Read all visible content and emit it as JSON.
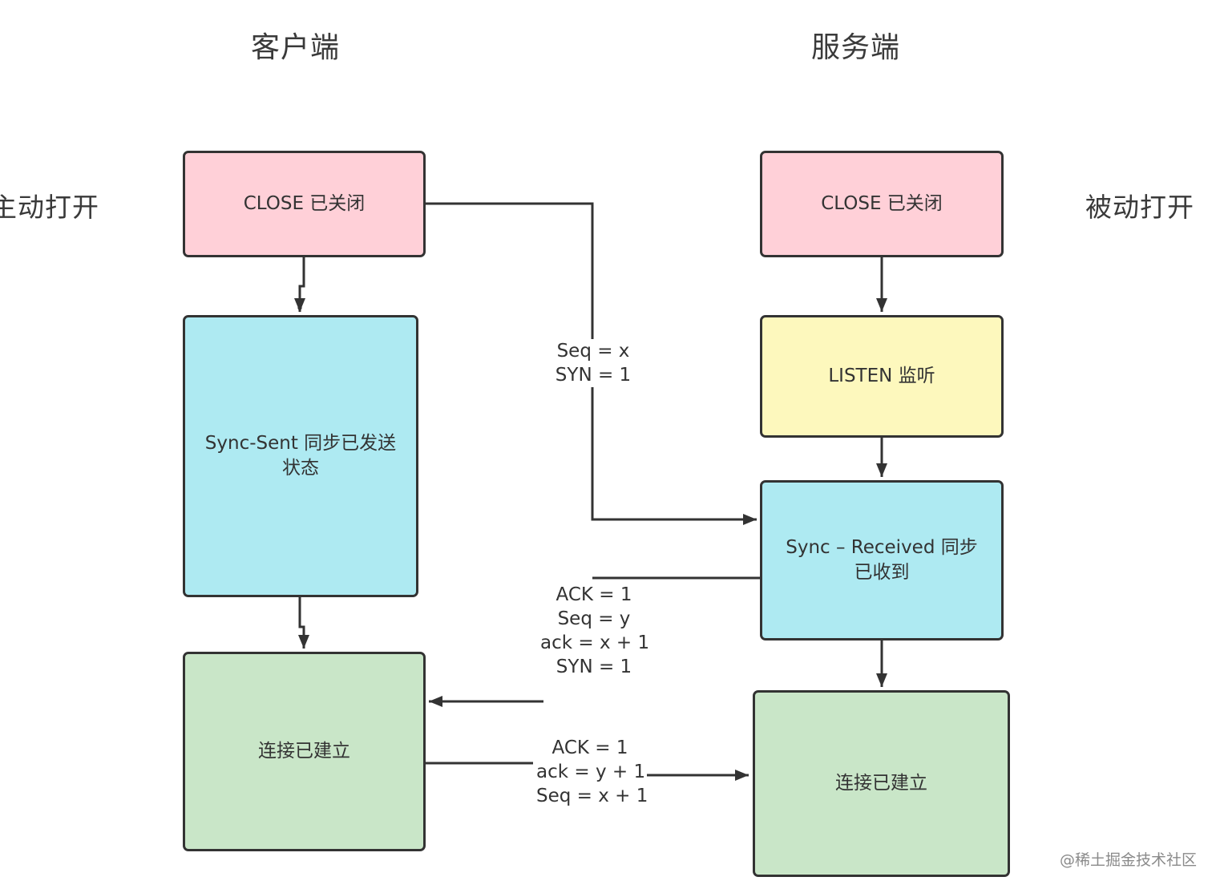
{
  "columns": {
    "client": "客户端",
    "server": "服务端"
  },
  "sides": {
    "active_open": "主动打开",
    "passive_open": "被动打开"
  },
  "client_states": {
    "close": "CLOSE 已关闭",
    "sync_sent_line1": "Sync-Sent 同步已发送",
    "sync_sent_line2": "状态",
    "established": "连接已建立"
  },
  "server_states": {
    "close": "CLOSE 已关闭",
    "listen": "LISTEN 监听",
    "sync_received_line1": "Sync – Received 同步",
    "sync_received_line2": "已收到",
    "established": "连接已建立"
  },
  "messages": {
    "syn": [
      "Seq = x",
      "SYN = 1"
    ],
    "syn_ack": [
      "ACK = 1",
      "Seq = y",
      "ack = x + 1",
      "SYN = 1"
    ],
    "ack": [
      "ACK = 1",
      "ack = y + 1",
      "Seq = x + 1"
    ]
  },
  "colors": {
    "close": "#ffd0d8",
    "sync": "#aeeaf2",
    "listen": "#fdf8bd",
    "established": "#c9e6c8",
    "stroke": "#333333"
  },
  "watermark": "@稀土掘金技术社区"
}
